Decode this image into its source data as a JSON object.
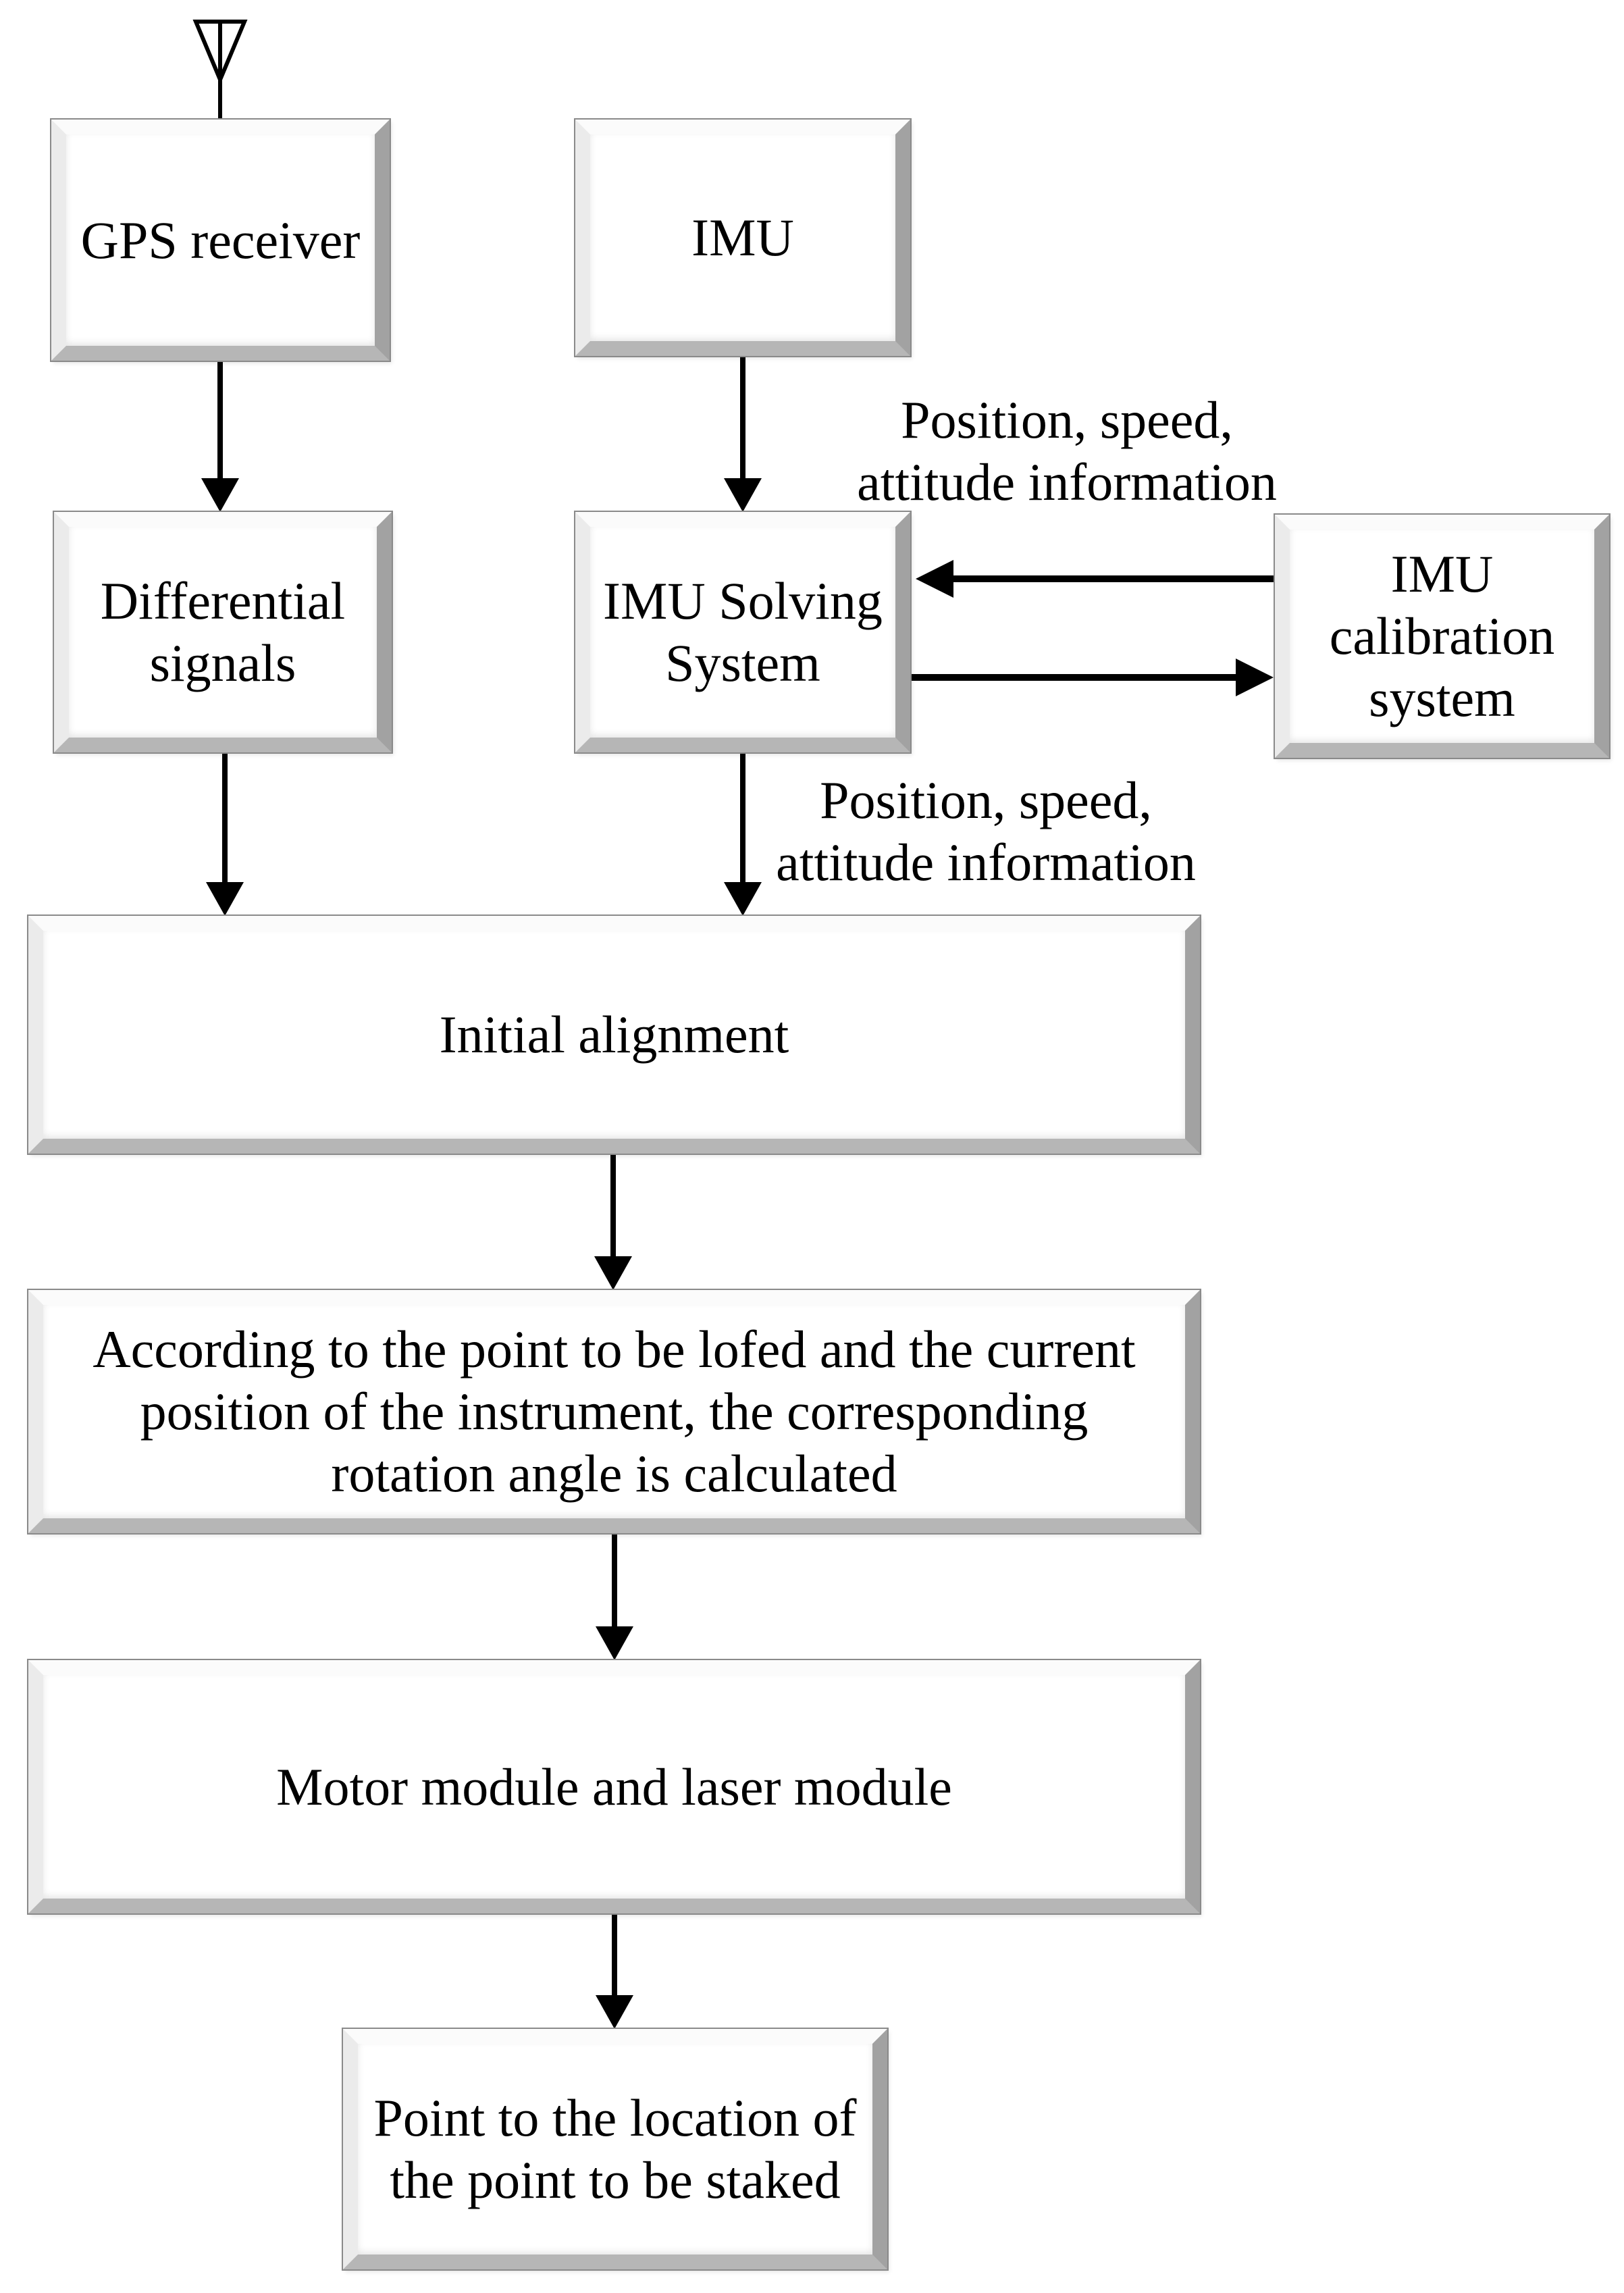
{
  "figure": {
    "type": "flowchart",
    "background": "#ffffff",
    "colors": {
      "ink": "#000000",
      "box_fill": "#ffffff",
      "bevel_light": "#ebebeb",
      "bevel_dark": "#a2a2a2",
      "box_outline": "#8a8a8a"
    },
    "nodes": {
      "gps_receiver": {
        "label": "GPS receiver"
      },
      "imu": {
        "label": "IMU"
      },
      "differential_signals": {
        "label": "Differential\nsignals"
      },
      "imu_solving_system": {
        "label": "IMU Solving\nSystem"
      },
      "imu_calibration_system": {
        "label": "IMU\ncalibration\nsystem"
      },
      "initial_alignment": {
        "label": "Initial alignment"
      },
      "rotation_angle_calc": {
        "label": "According to the point to be lofed and the current\nposition of the instrument, the corresponding\nrotation angle is calculated"
      },
      "motor_laser_module": {
        "label": "Motor module and laser module"
      },
      "point_to_stake": {
        "label": "Point to the location of\nthe point to be staked"
      }
    },
    "annotations": {
      "calibration_feedback": "Position, speed,\nattitude information",
      "solving_output": "Position, speed,\nattitude information"
    }
  }
}
